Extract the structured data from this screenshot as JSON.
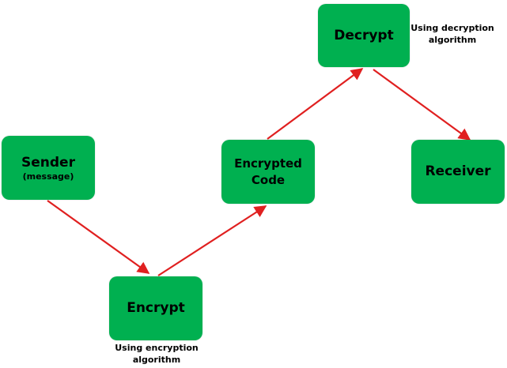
{
  "colors": {
    "node_fill": "#00b050",
    "arrow": "#e02020",
    "text": "#000000",
    "background": "#ffffff"
  },
  "nodes": {
    "sender": {
      "label": "Sender",
      "sublabel": "(message)"
    },
    "encrypt": {
      "label": "Encrypt"
    },
    "code": {
      "label_line1": "Encrypted",
      "label_line2": "Code"
    },
    "decrypt": {
      "label": "Decrypt"
    },
    "receiver": {
      "label": "Receiver"
    }
  },
  "annotations": {
    "encrypt_line1": "Using encryption",
    "encrypt_line2": "algorithm",
    "decrypt_line1": "Using decryption",
    "decrypt_line2": "algorithm"
  },
  "edges": [
    {
      "from": "sender",
      "to": "encrypt"
    },
    {
      "from": "encrypt",
      "to": "code"
    },
    {
      "from": "code",
      "to": "decrypt"
    },
    {
      "from": "decrypt",
      "to": "receiver"
    }
  ]
}
